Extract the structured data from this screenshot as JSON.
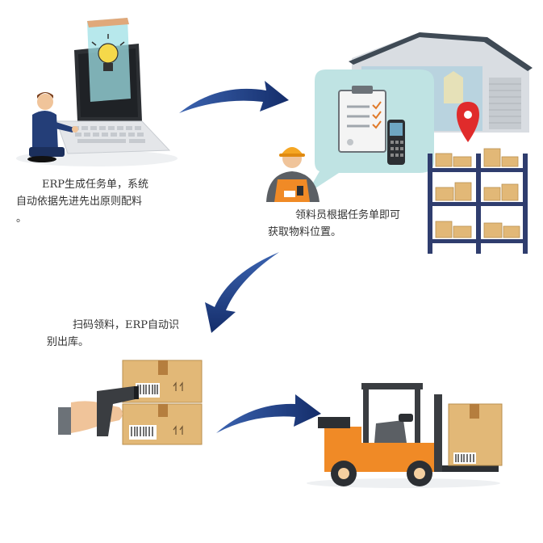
{
  "steps": [
    {
      "line1": "ERP生成任务单，系统",
      "line2": "自动依据先进先出原则配料",
      "line3": "。"
    },
    {
      "line1": "领料员根据任务单即可",
      "line2": "获取物料位置。"
    },
    {
      "line1": "扫码领料，ERP自动识",
      "line2": "别出库。"
    }
  ],
  "colors": {
    "arrow": "#1f3f86",
    "box": "#e2b877",
    "forklift": "#f08a26",
    "warehouse_roof": "#3f4a55",
    "bubble": "#bfe3e3",
    "pin": "#e02b2b",
    "shelf": "#2f3d6e"
  }
}
